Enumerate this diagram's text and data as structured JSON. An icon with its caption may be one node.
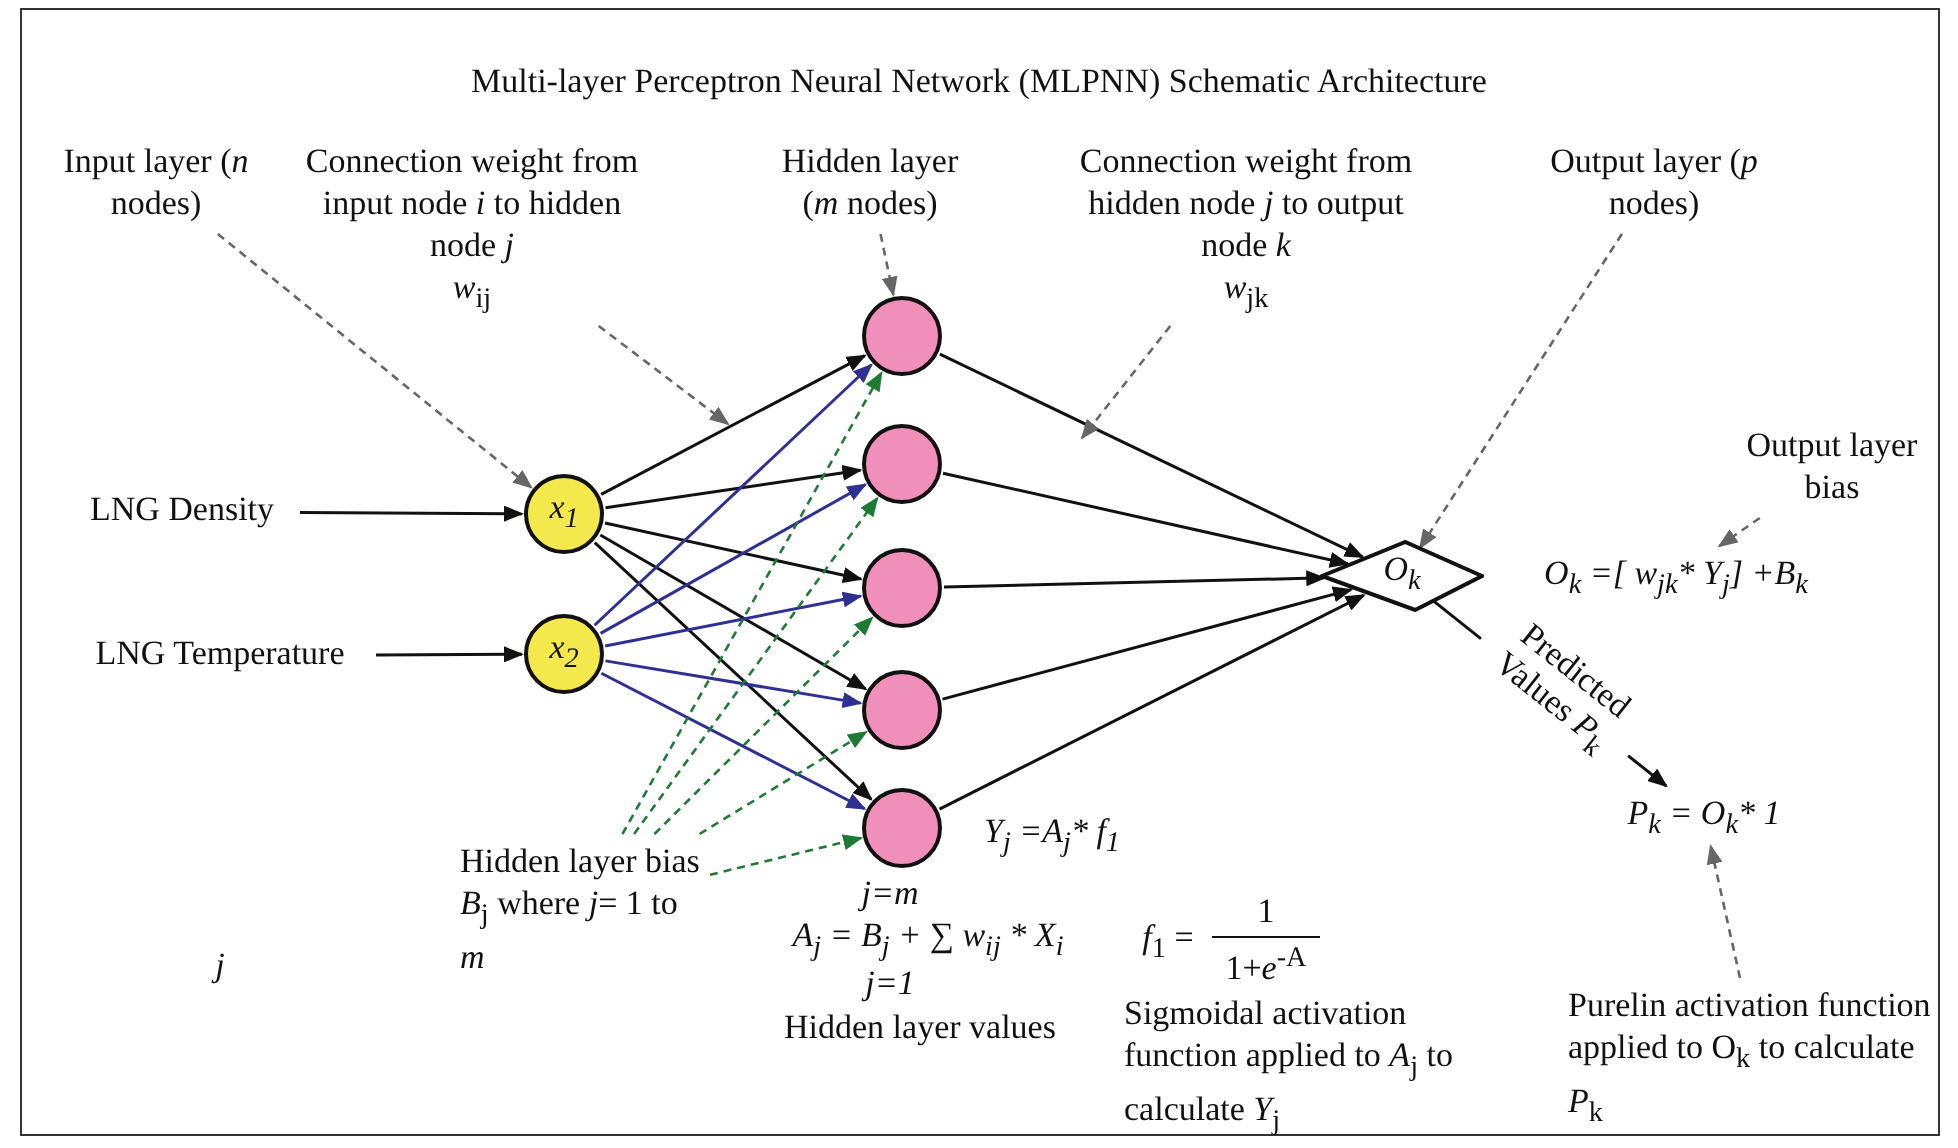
{
  "diagram": {
    "title": "Multi-layer Perceptron Neural Network (MLPNN) Schematic Architecture",
    "nodes": [
      {
        "text": [
          "LNG Density"
        ]
      },
      {
        "text": [
          "LNG Temperature"
        ]
      },
      {
        "text": [
          "x$_{1}$"
        ]
      },
      {
        "text": [
          "x$_{2}$"
        ]
      },
      {
        "text": [],
        "shape": "circle"
      },
      {
        "text": [],
        "shape": "circle"
      },
      {
        "text": [],
        "shape": "circle"
      },
      {
        "text": [],
        "shape": "circle"
      },
      {
        "text": [],
        "shape": "circle"
      },
      {
        "text": [
          "O$_{k}$"
        ]
      },
      {
        "text": [
          "Input layer (*n* nodes)"
        ]
      },
      {
        "text": [
          "Connection weight from input node *i* to hidden node *j*",
          "*w*$_{ij}$"
        ]
      },
      {
        "text": [
          "Hidden layer (*m* nodes)"
        ]
      },
      {
        "text": [
          "Connection weight from hidden node *j* to output node *k*",
          "*w*$_{jk}$"
        ]
      },
      {
        "text": [
          "Output layer (*p* nodes)"
        ]
      },
      {
        "text": [
          "Output layer bias"
        ]
      },
      {
        "text": [
          "O$_{k}$ =[ w$_{jk}$* Y$_{j}$] +B$_{k}$"
        ]
      },
      {
        "text": [
          "Hidden layer bias *B*$_{j}$ where *j*= 1 to *m*"
        ]
      },
      {
        "text": [
          "P$_{k}$ = O$_{k}$* 1"
        ]
      },
      {
        "text": [
          "Purelin activation function applied to O$_{k}$ to calculate *P*$_{k}$"
        ]
      }
    ],
    "edges": [
      {
        "from": 0,
        "to": 2,
        "arrow": "to"
      },
      {
        "from": 1,
        "to": 3,
        "arrow": "to"
      },
      {
        "from": 2,
        "to": 4,
        "arrow": "to"
      },
      {
        "from": 2,
        "to": 5,
        "arrow": "to"
      },
      {
        "from": 2,
        "to": 6,
        "arrow": "to"
      },
      {
        "from": 2,
        "to": 7,
        "arrow": "to"
      },
      {
        "from": 2,
        "to": 8,
        "arrow": "to"
      },
      {
        "from": 3,
        "to": 4,
        "arrow": "to",
        "color": "#2e3192"
      },
      {
        "from": 3,
        "to": 5,
        "arrow": "to",
        "color": "#2e3192"
      },
      {
        "from": 3,
        "to": 6,
        "arrow": "to",
        "color": "#2e3192"
      },
      {
        "from": 3,
        "to": 7,
        "arrow": "to",
        "color": "#2e3192"
      },
      {
        "from": 3,
        "to": 8,
        "arrow": "to",
        "color": "#2e3192"
      },
      {
        "from": 4,
        "to": 9,
        "arrow": "to"
      },
      {
        "from": 5,
        "to": 9,
        "arrow": "to"
      },
      {
        "from": 6,
        "to": 9,
        "arrow": "to"
      },
      {
        "from": 7,
        "to": 9,
        "arrow": "to"
      },
      {
        "from": 8,
        "to": 9,
        "arrow": "to"
      },
      {
        "from": 9,
        "to": 18,
        "arrow": "to",
        "label": "Predicted Values *P*$_{k}$"
      },
      {
        "from": 10,
        "to": 2,
        "arrow": "to",
        "style": "dashed",
        "color": "#666666"
      },
      {
        "from": 11,
        "to": null,
        "arrow": "to",
        "style": "dashed",
        "color": "#666666"
      },
      {
        "from": 12,
        "to": 4,
        "arrow": "to",
        "style": "dashed",
        "color": "#666666"
      },
      {
        "from": 13,
        "to": null,
        "arrow": "to",
        "style": "dashed",
        "color": "#666666"
      },
      {
        "from": 14,
        "to": 9,
        "arrow": "to",
        "style": "dashed",
        "color": "#666666"
      },
      {
        "from": 15,
        "to": 16,
        "arrow": "to",
        "style": "dashed",
        "color": "#666666"
      },
      {
        "from": 17,
        "to": 4,
        "arrow": "to",
        "style": "dashed",
        "color": "#1e7b34"
      },
      {
        "from": 17,
        "to": 5,
        "arrow": "to",
        "style": "dashed",
        "color": "#1e7b34"
      },
      {
        "from": 17,
        "to": 6,
        "arrow": "to",
        "style": "dashed",
        "color": "#1e7b34"
      },
      {
        "from": 17,
        "to": 7,
        "arrow": "to",
        "style": "dashed",
        "color": "#1e7b34"
      },
      {
        "from": 17,
        "to": 8,
        "arrow": "to",
        "style": "dashed",
        "color": "#1e7b34"
      },
      {
        "from": 19,
        "to": 18,
        "arrow": "to",
        "style": "dashed",
        "color": "#666666"
      }
    ],
    "labels": [
      "*j*",
      "Y$_{j}$ =A$_{j}$* f$_{1}$",
      "*j=m*",
      "A$_{j}$ = B$_{j}$ + ∑ w$_{ij}$ * X$_{i}$",
      "*j=1*",
      "Hidden layer values",
      "*f*$_{1}$ =",
      "1",
      "1+*e*$^{-A}$",
      "Sigmoidal activation function applied to *A*$_{j}$ to calculate *Y*$_{j}$"
    ]
  }
}
